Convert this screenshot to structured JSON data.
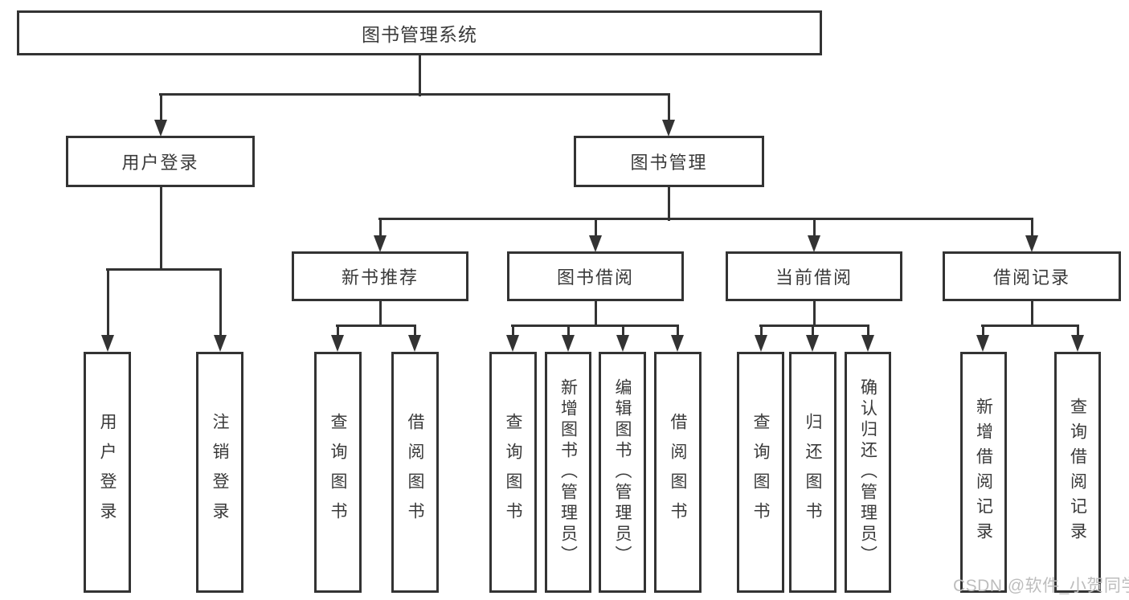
{
  "diagram_type": "tree",
  "colors": {
    "line": "#333333",
    "text": "#3a3a3a",
    "background": "#ffffff",
    "watermark": "#bdbdbd"
  },
  "tree": {
    "label": "图书管理系统",
    "children": [
      {
        "label": "用户登录",
        "children": [
          {
            "label": "用户登录"
          },
          {
            "label": "注销登录"
          }
        ]
      },
      {
        "label": "图书管理",
        "children": [
          {
            "label": "新书推荐",
            "children": [
              {
                "label": "查询图书"
              },
              {
                "label": "借阅图书"
              }
            ]
          },
          {
            "label": "图书借阅",
            "children": [
              {
                "label": "查询图书"
              },
              {
                "label": "新增图书（管理员）"
              },
              {
                "label": "编辑图书（管理员）"
              },
              {
                "label": "借阅图书"
              }
            ]
          },
          {
            "label": "当前借阅",
            "children": [
              {
                "label": "查询图书"
              },
              {
                "label": "归还图书"
              },
              {
                "label": "确认归还（管理员）"
              }
            ]
          },
          {
            "label": "借阅记录",
            "children": [
              {
                "label": "新增借阅记录"
              },
              {
                "label": "查询借阅记录"
              }
            ]
          }
        ]
      }
    ]
  },
  "watermark": {
    "text": "CSDN @软件_小贺同学"
  }
}
